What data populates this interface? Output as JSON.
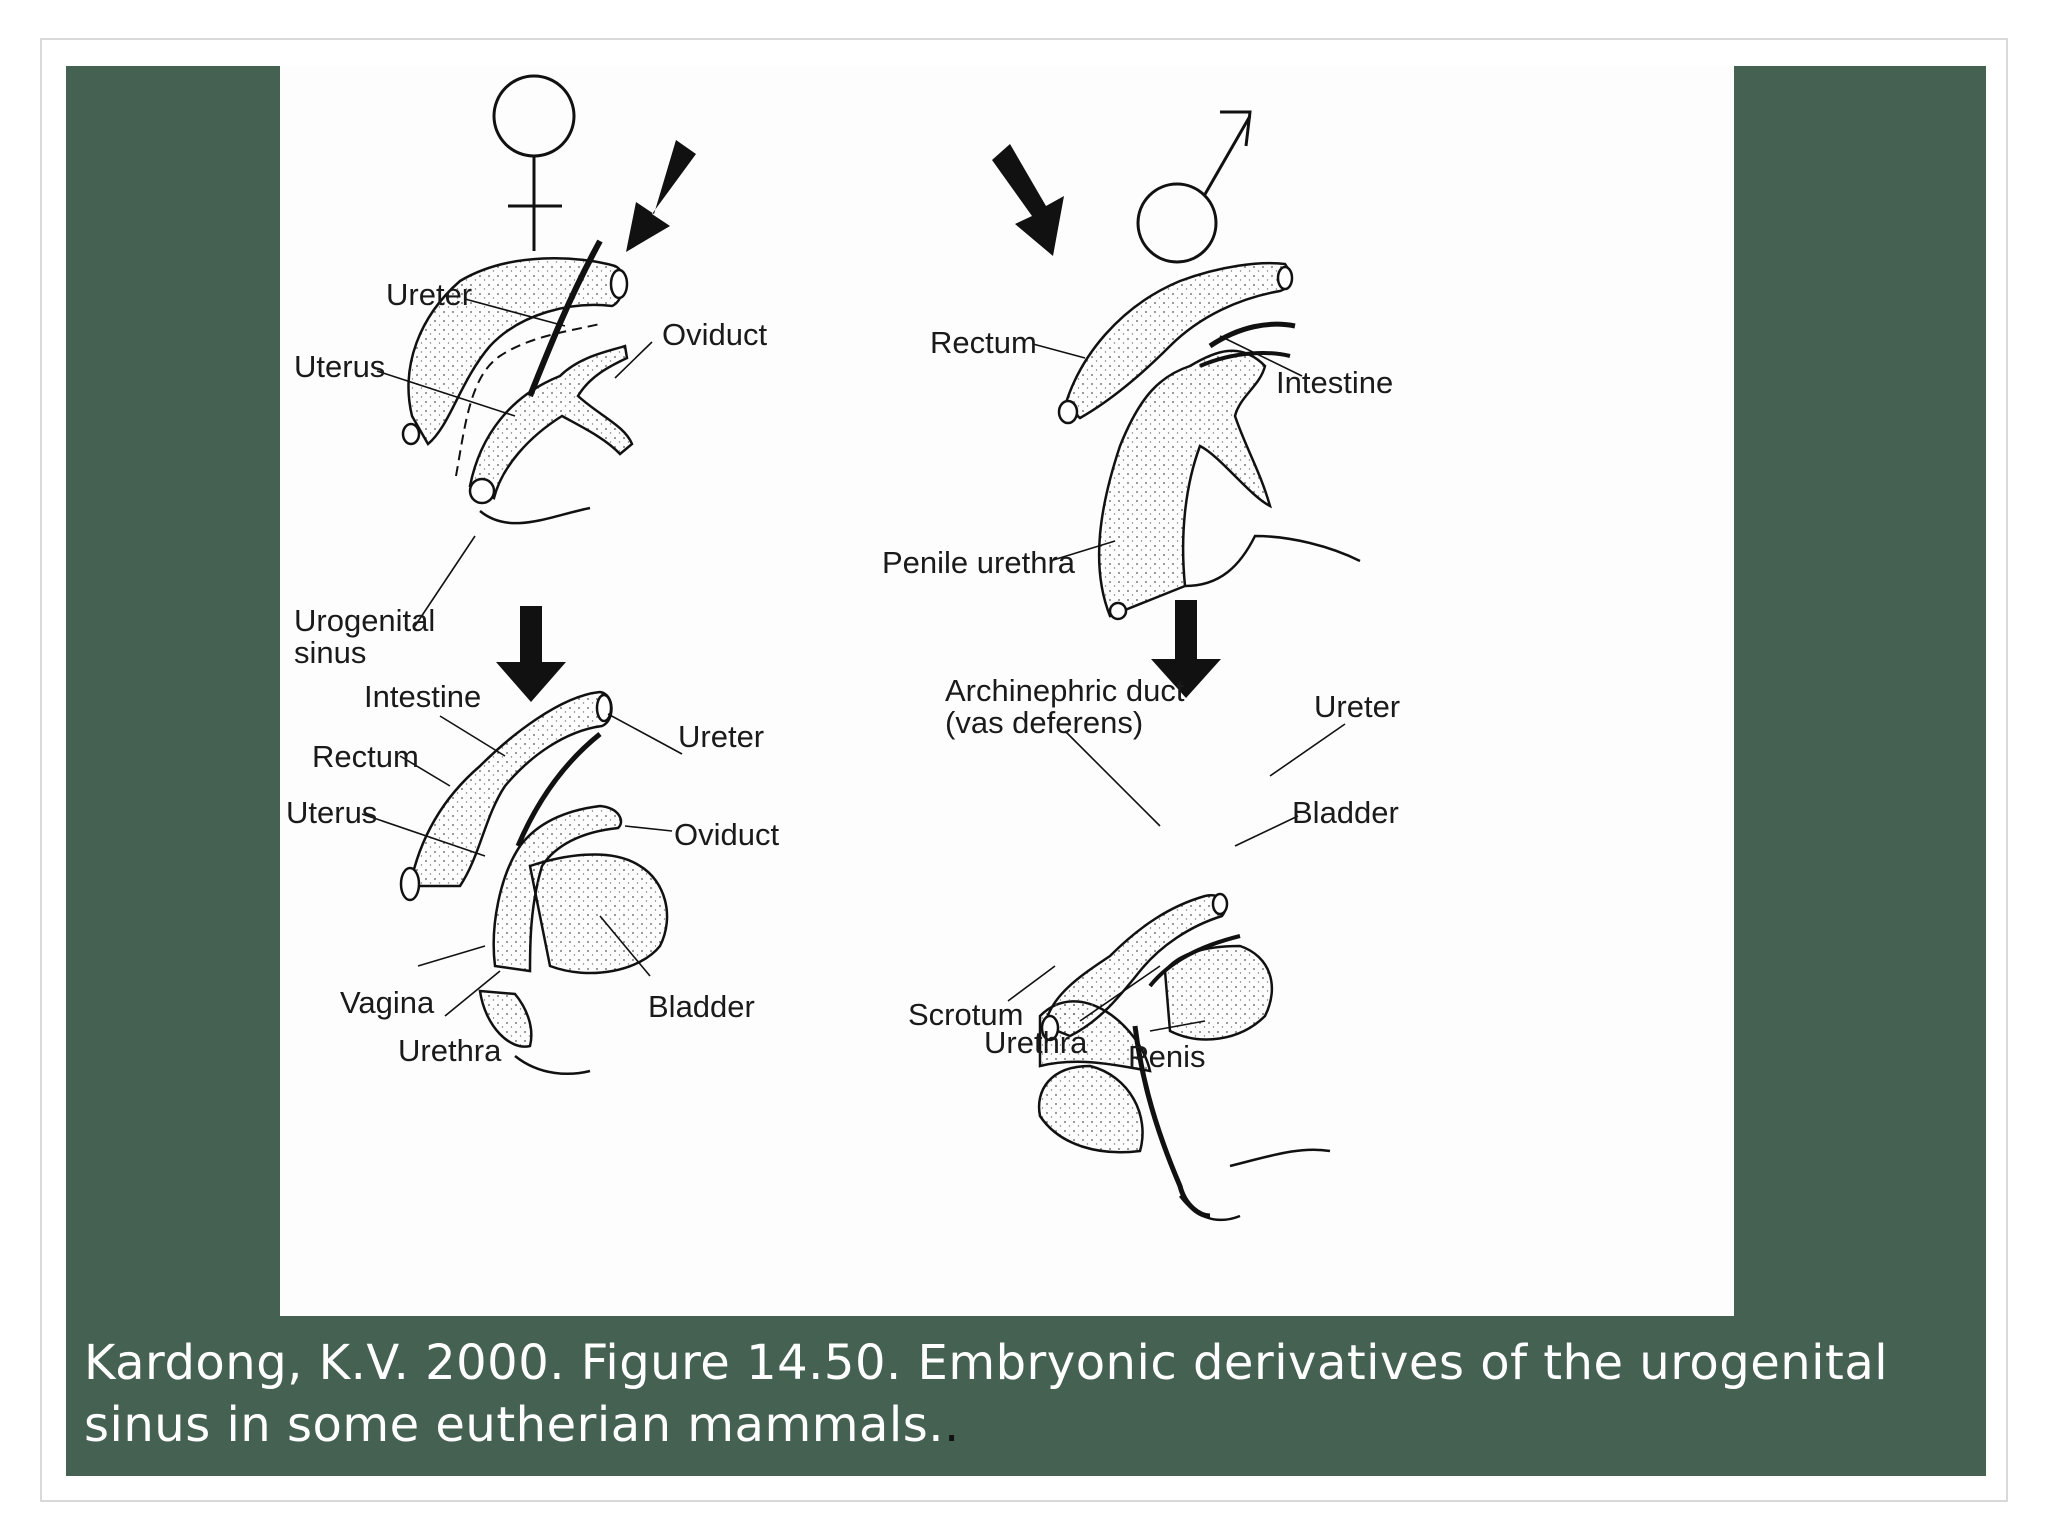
{
  "figure": {
    "female": {
      "upper": {
        "labels": {
          "ureter": "Ureter",
          "oviduct": "Oviduct",
          "uterus": "Uterus",
          "urogenital_sinus_line1": "Urogenital",
          "urogenital_sinus_line2": "sinus"
        }
      },
      "lower": {
        "labels": {
          "intestine": "Intestine",
          "rectum": "Rectum",
          "uterus": "Uterus",
          "ureter": "Ureter",
          "oviduct": "Oviduct",
          "vagina": "Vagina",
          "urethra": "Urethra",
          "bladder": "Bladder"
        }
      }
    },
    "male": {
      "upper": {
        "labels": {
          "rectum": "Rectum",
          "intestine": "Intestine",
          "penile_urethra": "Penile urethra"
        }
      },
      "lower": {
        "labels": {
          "archinephric_line1": "Archinephric duct",
          "archinephric_line2": "(vas deferens)",
          "ureter": "Ureter",
          "bladder": "Bladder",
          "scrotum": "Scrotum",
          "urethra": "Urethra",
          "penis": "Penis"
        }
      }
    }
  },
  "caption": {
    "text": "Kardong, K.V. 2000. Figure 14.50. Embryonic derivatives of the urogenital sinus in some eutherian mammals.",
    "tail": "."
  },
  "colors": {
    "slide_background": "#456152",
    "figure_background": "#fdfdfd",
    "caption_text": "#ffffff"
  }
}
